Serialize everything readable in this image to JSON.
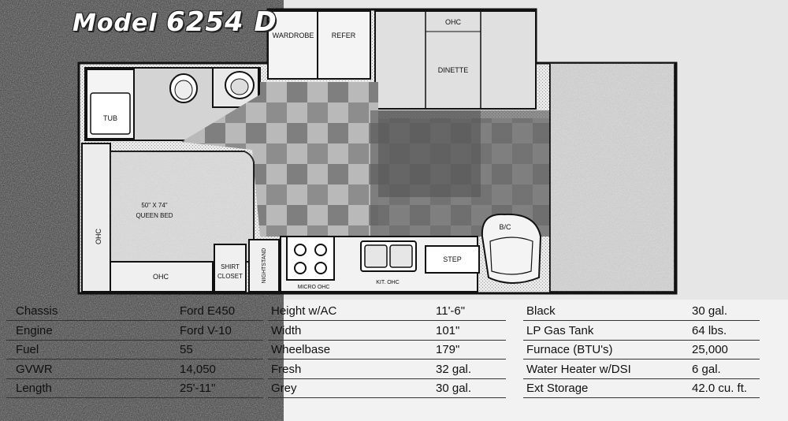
{
  "title": {
    "prefix": "Model",
    "model": "6254 D"
  },
  "floorplan_labels": {
    "wardrobe": "WARDROBE",
    "refer": "REFER",
    "ohc_top": "OHC",
    "dinette": "DINETTE",
    "tub": "TUB",
    "bed": "50\" X 74\"",
    "bed_type": "QUEEN BED",
    "ohc_side": "OHC",
    "ohc_bottom": "OHC",
    "closet_1": "SHIRT",
    "closet_2": "CLOSET",
    "nightstand": "NIGHTSTAND",
    "micro": "MICRO OHC",
    "kit": "KIT. OHC",
    "step": "STEP",
    "bc": "B/C"
  },
  "specs": {
    "col1": [
      {
        "label": "Chassis",
        "value": "Ford E450"
      },
      {
        "label": "Engine",
        "value": "Ford V-10"
      },
      {
        "label": "Fuel",
        "value": "55"
      },
      {
        "label": "GVWR",
        "value": "14,050"
      },
      {
        "label": "Length",
        "value": "25'-11\""
      }
    ],
    "col2": [
      {
        "label": "Height w/AC",
        "value": "11'-6\""
      },
      {
        "label": "Width",
        "value": "101\""
      },
      {
        "label": "Wheelbase",
        "value": "179\""
      },
      {
        "label": "Fresh",
        "value": "32 gal."
      },
      {
        "label": "Grey",
        "value": "30 gal."
      }
    ],
    "col3": [
      {
        "label": "Black",
        "value": "30 gal."
      },
      {
        "label": "LP Gas Tank",
        "value": "64 lbs."
      },
      {
        "label": "Furnace (BTU's)",
        "value": "25,000"
      },
      {
        "label": "Water Heater w/DSI",
        "value": "6 gal."
      },
      {
        "label": "Ext Storage",
        "value": "42.0 cu. ft."
      }
    ]
  }
}
